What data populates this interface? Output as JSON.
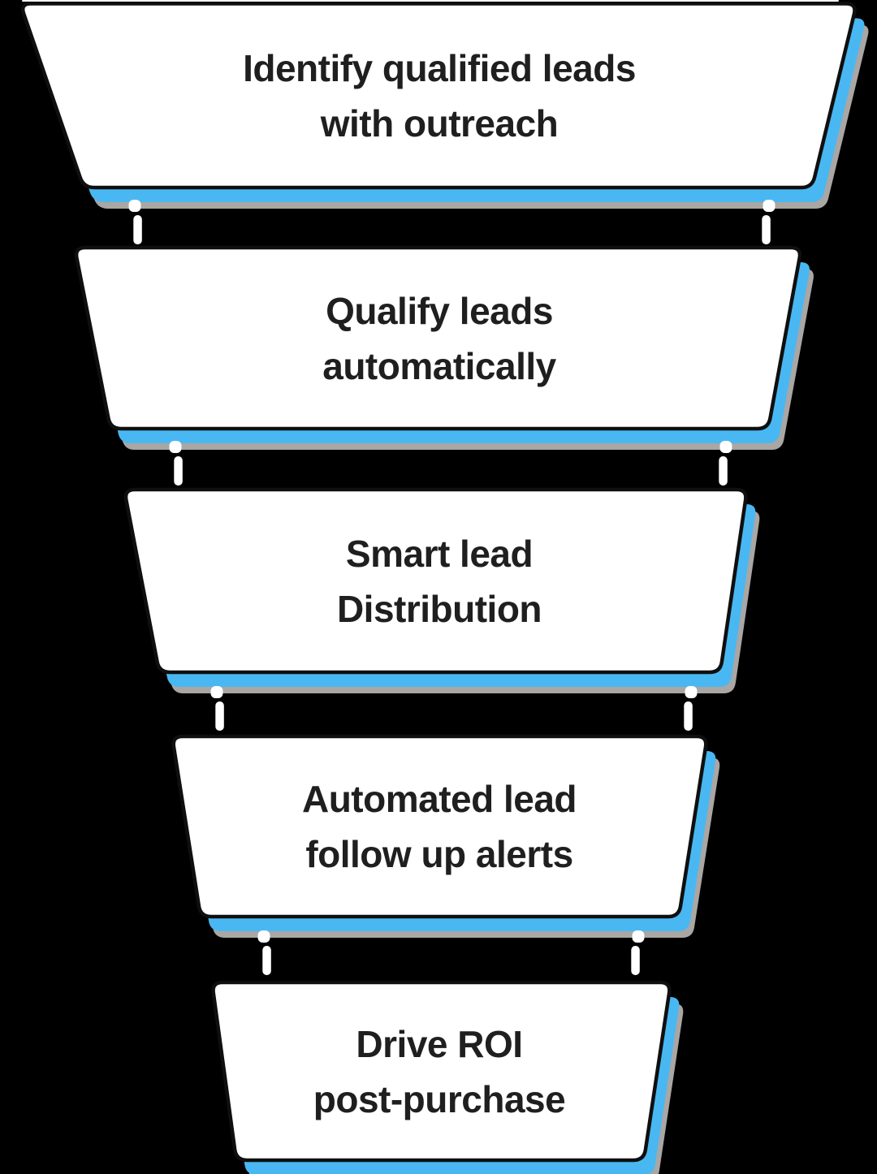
{
  "diagram": {
    "type": "funnel",
    "stage_count": 5
  },
  "funnel": {
    "stages": [
      {
        "id": "identify",
        "line1": "Identify qualified leads",
        "line2": "with outreach"
      },
      {
        "id": "qualify",
        "line1": "Qualify leads",
        "line2": "automatically"
      },
      {
        "id": "distribute",
        "line1": "Smart lead",
        "line2": "Distribution"
      },
      {
        "id": "follow-up",
        "line1": "Automated lead",
        "line2": "follow up alerts"
      },
      {
        "id": "roi",
        "line1": "Drive ROI",
        "line2": "post-purchase"
      }
    ],
    "colors": {
      "background": "#000000",
      "box_fill": "#ffffff",
      "box_border": "#0f0f0f",
      "shadow_blue": "#49b8f2",
      "shadow_gray": "#a9a6a4",
      "text": "#1f1f1f",
      "connector": "#ffffff"
    }
  }
}
